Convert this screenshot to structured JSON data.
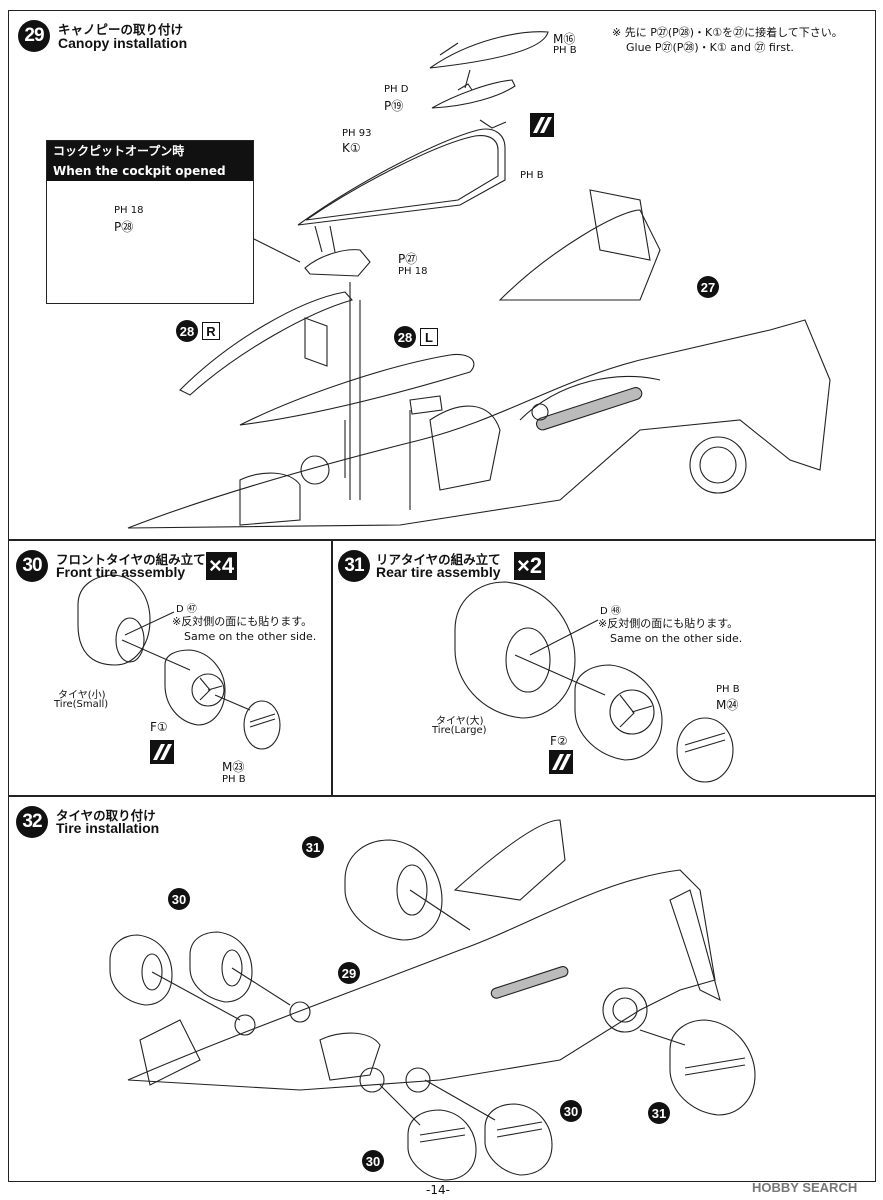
{
  "step29": {
    "num": "29",
    "title_jp": "キャノピーの取り付け",
    "title_en": "Canopy installation",
    "note_jp": "※ 先に P㉗(P㉘)・K①を㉗に接着して下さい。",
    "note_en": "Glue P㉗(P㉘)・K① and ㉗ first.",
    "callout_jp": "コックピットオープン時",
    "callout_en": "When the cockpit opened",
    "labels": {
      "m16": "M⑯",
      "ph_b1": "PH B",
      "ph_d": "PH D",
      "p19": "P⑲",
      "ph_93": "PH 93",
      "k1": "K①",
      "ph_b2": "PH B",
      "ph_18a": "PH 18",
      "p28": "P㉘",
      "p27": "P㉗",
      "ph_18b": "PH 18",
      "r": "R",
      "l": "L",
      "c28a": "28",
      "c28b": "28",
      "c27": "27"
    }
  },
  "step30": {
    "num": "30",
    "title_jp": "フロントタイヤの組み立て",
    "title_en": "Front tire assembly",
    "multiplier": "×4",
    "d57": "D ㊼",
    "note_jp": "※反対側の面にも貼ります。",
    "note_en": "Same on the other side.",
    "tire_jp": "タイヤ(小)",
    "tire_en": "Tire(Small)",
    "f1": "F①",
    "m23": "M㉓",
    "ph_b": "PH B"
  },
  "step31": {
    "num": "31",
    "title_jp": "リアタイヤの組み立て",
    "title_en": "Rear tire assembly",
    "multiplier": "×2",
    "d58": "D ㊽",
    "note_jp": "※反対側の面にも貼ります。",
    "note_en": "Same on the other side.",
    "tire_jp": "タイヤ(大)",
    "tire_en": "Tire(Large)",
    "f2": "F②",
    "m24": "M㉔",
    "ph_b": "PH B"
  },
  "step32": {
    "num": "32",
    "title_jp": "タイヤの取り付け",
    "title_en": "Tire installation",
    "c31a": "31",
    "c30a": "30",
    "c29": "29",
    "c31b": "31",
    "c30b": "30",
    "c30c": "30"
  },
  "page_number": "-14-",
  "watermark": "HOBBY SEARCH"
}
